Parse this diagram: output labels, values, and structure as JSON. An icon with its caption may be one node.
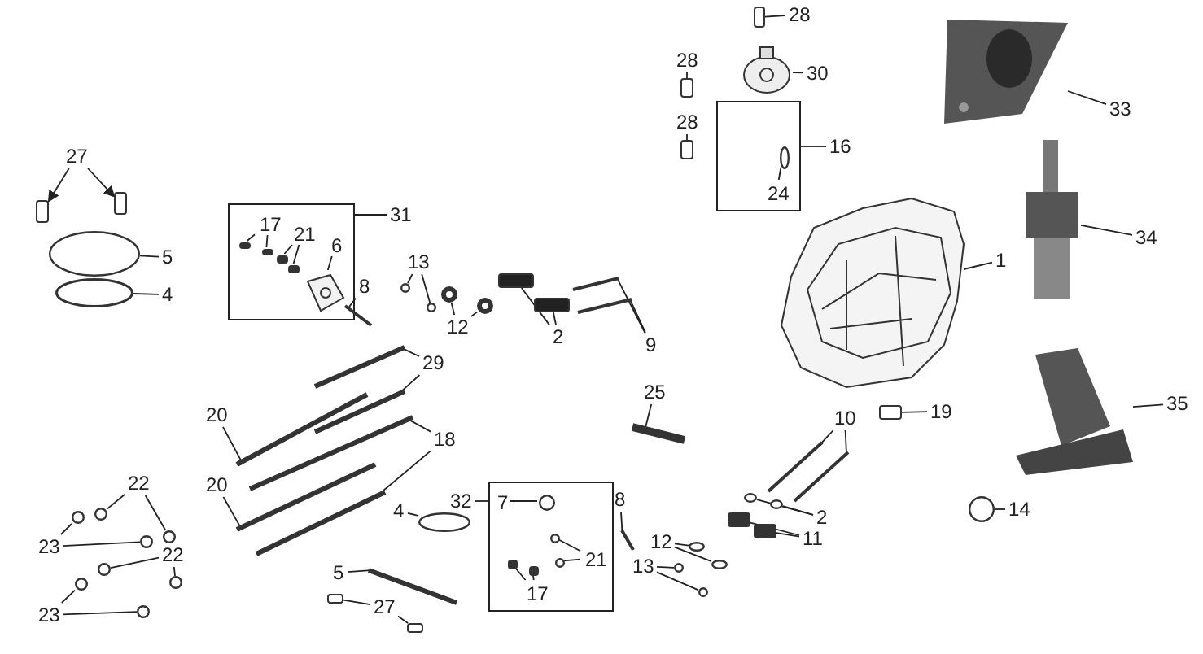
{
  "diagram": {
    "nodes": [
      {
        "text": [
          "28"
        ]
      },
      {
        "text": [
          "30"
        ]
      },
      {
        "text": [
          "28"
        ]
      },
      {
        "text": [
          "28"
        ]
      },
      {
        "text": [],
        "shape": "box"
      },
      {
        "text": [
          "24"
        ],
        "in": 4
      },
      {
        "text": [
          "16"
        ]
      },
      {
        "text": [
          "33"
        ]
      },
      {
        "text": [
          "27"
        ]
      },
      {
        "text": [],
        "shape": "box"
      },
      {
        "text": [
          "17"
        ],
        "in": 9
      },
      {
        "text": [
          "21"
        ],
        "in": 9
      },
      {
        "text": [
          "6"
        ],
        "in": 9
      },
      {
        "text": [
          "8"
        ]
      },
      {
        "text": [
          "31"
        ]
      },
      {
        "text": [
          "34"
        ]
      },
      {
        "text": [
          "5"
        ]
      },
      {
        "text": [
          "1"
        ]
      },
      {
        "text": [
          "13"
        ]
      },
      {
        "text": [
          "4"
        ]
      },
      {
        "text": [
          "12"
        ]
      },
      {
        "text": [
          "2"
        ]
      },
      {
        "text": [
          "9"
        ]
      },
      {
        "text": [
          "29"
        ]
      },
      {
        "text": [
          "35"
        ]
      },
      {
        "text": [
          "25"
        ]
      },
      {
        "text": [
          "20"
        ]
      },
      {
        "text": [
          "10"
        ]
      },
      {
        "text": [
          "19"
        ]
      },
      {
        "text": [
          "18"
        ]
      },
      {
        "text": [
          "22"
        ]
      },
      {
        "text": [
          "20"
        ]
      },
      {
        "text": [],
        "shape": "box"
      },
      {
        "text": [
          "7"
        ],
        "in": 32
      },
      {
        "text": [
          "21"
        ],
        "in": 32
      },
      {
        "text": [
          "17"
        ],
        "in": 32
      },
      {
        "text": [
          "32"
        ]
      },
      {
        "text": [
          "8"
        ]
      },
      {
        "text": [
          "4"
        ]
      },
      {
        "text": [
          "14"
        ]
      },
      {
        "text": [
          "23"
        ]
      },
      {
        "text": [
          "22"
        ]
      },
      {
        "text": [
          "2"
        ]
      },
      {
        "text": [
          "12"
        ]
      },
      {
        "text": [
          "11"
        ]
      },
      {
        "text": [
          "5"
        ]
      },
      {
        "text": [
          "13"
        ]
      },
      {
        "text": [
          "27"
        ]
      },
      {
        "text": [
          "23"
        ]
      },
      {
        "text": [],
        "shape": "box"
      },
      {
        "text": [],
        "shape": "picture"
      },
      {
        "text": [],
        "shape": "box"
      },
      {
        "text": [],
        "shape": "box"
      },
      {
        "text": [],
        "shape": "circle",
        "in": 4
      },
      {
        "text": [],
        "shape": "picture"
      },
      {
        "text": [],
        "shape": "box"
      },
      {
        "text": [],
        "shape": "box"
      },
      {
        "text": [],
        "shape": "box",
        "in": 9
      },
      {
        "text": [],
        "shape": "box",
        "in": 9
      },
      {
        "text": [],
        "shape": "box",
        "in": 9
      },
      {
        "text": [],
        "shape": "box",
        "in": 9
      },
      {
        "text": [],
        "shape": "picture",
        "in": 9
      },
      {
        "text": [],
        "shape": "bar"
      },
      {
        "text": [],
        "shape": "picture"
      },
      {
        "text": [],
        "shape": "circle"
      },
      {
        "text": [],
        "shape": "picture"
      },
      {
        "text": [],
        "shape": "circle"
      },
      {
        "text": [],
        "shape": "circle"
      },
      {
        "text": [],
        "shape": "circle"
      },
      {
        "text": [],
        "shape": "circle"
      },
      {
        "text": [],
        "shape": "circle"
      },
      {
        "text": [],
        "shape": "box"
      },
      {
        "text": [],
        "shape": "box"
      },
      {
        "text": [],
        "shape": "bar"
      },
      {
        "text": [],
        "shape": "bar"
      },
      {
        "text": [],
        "shape": "bar"
      },
      {
        "text": [],
        "shape": "bar"
      },
      {
        "text": [],
        "shape": "picture"
      },
      {
        "text": [],
        "shape": "bar"
      },
      {
        "text": [],
        "shape": "bar"
      },
      {
        "text": [],
        "shape": "bar"
      },
      {
        "text": [],
        "shape": "bar"
      },
      {
        "text": [],
        "shape": "box"
      },
      {
        "text": [],
        "shape": "bar"
      },
      {
        "text": [],
        "shape": "bar"
      },
      {
        "text": [],
        "shape": "circle"
      },
      {
        "text": [],
        "shape": "circle"
      },
      {
        "text": [],
        "shape": "bar"
      },
      {
        "text": [],
        "shape": "circle",
        "in": 32
      },
      {
        "text": [],
        "shape": "circle",
        "in": 32
      },
      {
        "text": [],
        "shape": "circle",
        "in": 32
      },
      {
        "text": [],
        "shape": "box",
        "in": 32
      },
      {
        "text": [],
        "shape": "box",
        "in": 32
      },
      {
        "text": [],
        "shape": "bar"
      },
      {
        "text": [],
        "shape": "circle"
      },
      {
        "text": [],
        "shape": "circle"
      },
      {
        "text": [],
        "shape": "circle"
      },
      {
        "text": [],
        "shape": "circle"
      },
      {
        "text": [],
        "shape": "circle"
      },
      {
        "text": [],
        "shape": "circle"
      },
      {
        "text": [],
        "shape": "circle"
      },
      {
        "text": [],
        "shape": "circle"
      },
      {
        "text": [],
        "shape": "circle"
      },
      {
        "text": [],
        "shape": "circle"
      },
      {
        "text": [],
        "shape": "box"
      },
      {
        "text": [],
        "shape": "box"
      },
      {
        "text": [],
        "shape": "bar"
      },
      {
        "text": [],
        "shape": "circle"
      },
      {
        "text": [],
        "shape": "circle"
      },
      {
        "text": [],
        "shape": "box"
      },
      {
        "text": [],
        "shape": "box"
      },
      {
        "text": [],
        "shape": "circle"
      },
      {
        "text": [],
        "shape": "circle"
      }
    ],
    "edges": [
      {
        "from": 0,
        "to": 49,
        "arrow": "none"
      },
      {
        "from": 1,
        "to": 50,
        "arrow": "none"
      },
      {
        "from": 2,
        "to": 51,
        "arrow": "none"
      },
      {
        "from": 3,
        "to": 52,
        "arrow": "none"
      },
      {
        "from": 5,
        "to": 53,
        "arrow": "none"
      },
      {
        "from": 6,
        "to": 4,
        "arrow": "none"
      },
      {
        "from": 7,
        "to": 54,
        "arrow": "none"
      },
      {
        "from": 8,
        "to": 55,
        "arrow": "to"
      },
      {
        "from": 8,
        "to": 56,
        "arrow": "to"
      },
      {
        "from": 10,
        "to": 57,
        "arrow": "none"
      },
      {
        "from": 10,
        "to": 58,
        "arrow": "none"
      },
      {
        "from": 11,
        "to": 59,
        "arrow": "none"
      },
      {
        "from": 11,
        "to": 60,
        "arrow": "none"
      },
      {
        "from": 12,
        "to": 61,
        "arrow": "none"
      },
      {
        "from": 13,
        "to": 62,
        "arrow": "none"
      },
      {
        "from": 14,
        "to": 9,
        "arrow": "none"
      },
      {
        "from": 15,
        "to": 63,
        "arrow": "none"
      },
      {
        "from": 16,
        "to": 64,
        "arrow": "none"
      },
      {
        "from": 17,
        "to": 65,
        "arrow": "none"
      },
      {
        "from": 18,
        "to": 66,
        "arrow": "none"
      },
      {
        "from": 18,
        "to": 67,
        "arrow": "none"
      },
      {
        "from": 19,
        "to": 68,
        "arrow": "none"
      },
      {
        "from": 20,
        "to": 69,
        "arrow": "none"
      },
      {
        "from": 20,
        "to": 70,
        "arrow": "none"
      },
      {
        "from": 21,
        "to": 71,
        "arrow": "none"
      },
      {
        "from": 21,
        "to": 72,
        "arrow": "none"
      },
      {
        "from": 22,
        "to": 73,
        "arrow": "none"
      },
      {
        "from": 22,
        "to": 74,
        "arrow": "none"
      },
      {
        "from": 23,
        "to": 75,
        "arrow": "none"
      },
      {
        "from": 23,
        "to": 76,
        "arrow": "none"
      },
      {
        "from": 24,
        "to": 77,
        "arrow": "none"
      },
      {
        "from": 25,
        "to": 78,
        "arrow": "none"
      },
      {
        "from": 26,
        "to": 79,
        "arrow": "none"
      },
      {
        "from": 27,
        "to": 80,
        "arrow": "none"
      },
      {
        "from": 27,
        "to": 81,
        "arrow": "none"
      },
      {
        "from": 28,
        "to": 82,
        "arrow": "none"
      },
      {
        "from": 29,
        "to": 83,
        "arrow": "none"
      },
      {
        "from": 29,
        "to": 84,
        "arrow": "none"
      },
      {
        "from": 30,
        "to": 85,
        "arrow": "none"
      },
      {
        "from": 30,
        "to": 86,
        "arrow": "none"
      },
      {
        "from": 31,
        "to": 87,
        "arrow": "none"
      },
      {
        "from": 33,
        "to": 88,
        "arrow": "none"
      },
      {
        "from": 34,
        "to": 89,
        "arrow": "none"
      },
      {
        "from": 34,
        "to": 90,
        "arrow": "none"
      },
      {
        "from": 35,
        "to": 91,
        "arrow": "none"
      },
      {
        "from": 35,
        "to": 92,
        "arrow": "none"
      },
      {
        "from": 36,
        "to": 32,
        "arrow": "none"
      },
      {
        "from": 37,
        "to": 93,
        "arrow": "none"
      },
      {
        "from": 38,
        "to": 94,
        "arrow": "none"
      },
      {
        "from": 39,
        "to": 95,
        "arrow": "none"
      },
      {
        "from": 40,
        "to": 96,
        "arrow": "none"
      },
      {
        "from": 40,
        "to": 97,
        "arrow": "none"
      },
      {
        "from": 41,
        "to": 98,
        "arrow": "none"
      },
      {
        "from": 41,
        "to": 99,
        "arrow": "none"
      },
      {
        "from": 42,
        "to": 100,
        "arrow": "none"
      },
      {
        "from": 42,
        "to": 101,
        "arrow": "none"
      },
      {
        "from": 43,
        "to": 102,
        "arrow": "none"
      },
      {
        "from": 43,
        "to": 103,
        "arrow": "none"
      },
      {
        "from": 44,
        "to": 104,
        "arrow": "none"
      },
      {
        "from": 44,
        "to": 105,
        "arrow": "none"
      },
      {
        "from": 45,
        "to": 106,
        "arrow": "none"
      },
      {
        "from": 46,
        "to": 107,
        "arrow": "none"
      },
      {
        "from": 46,
        "to": 108,
        "arrow": "none"
      },
      {
        "from": 47,
        "to": 109,
        "arrow": "none"
      },
      {
        "from": 47,
        "to": 110,
        "arrow": "none"
      },
      {
        "from": 48,
        "to": 111,
        "arrow": "none"
      },
      {
        "from": 48,
        "to": 112,
        "arrow": "none"
      }
    ]
  }
}
